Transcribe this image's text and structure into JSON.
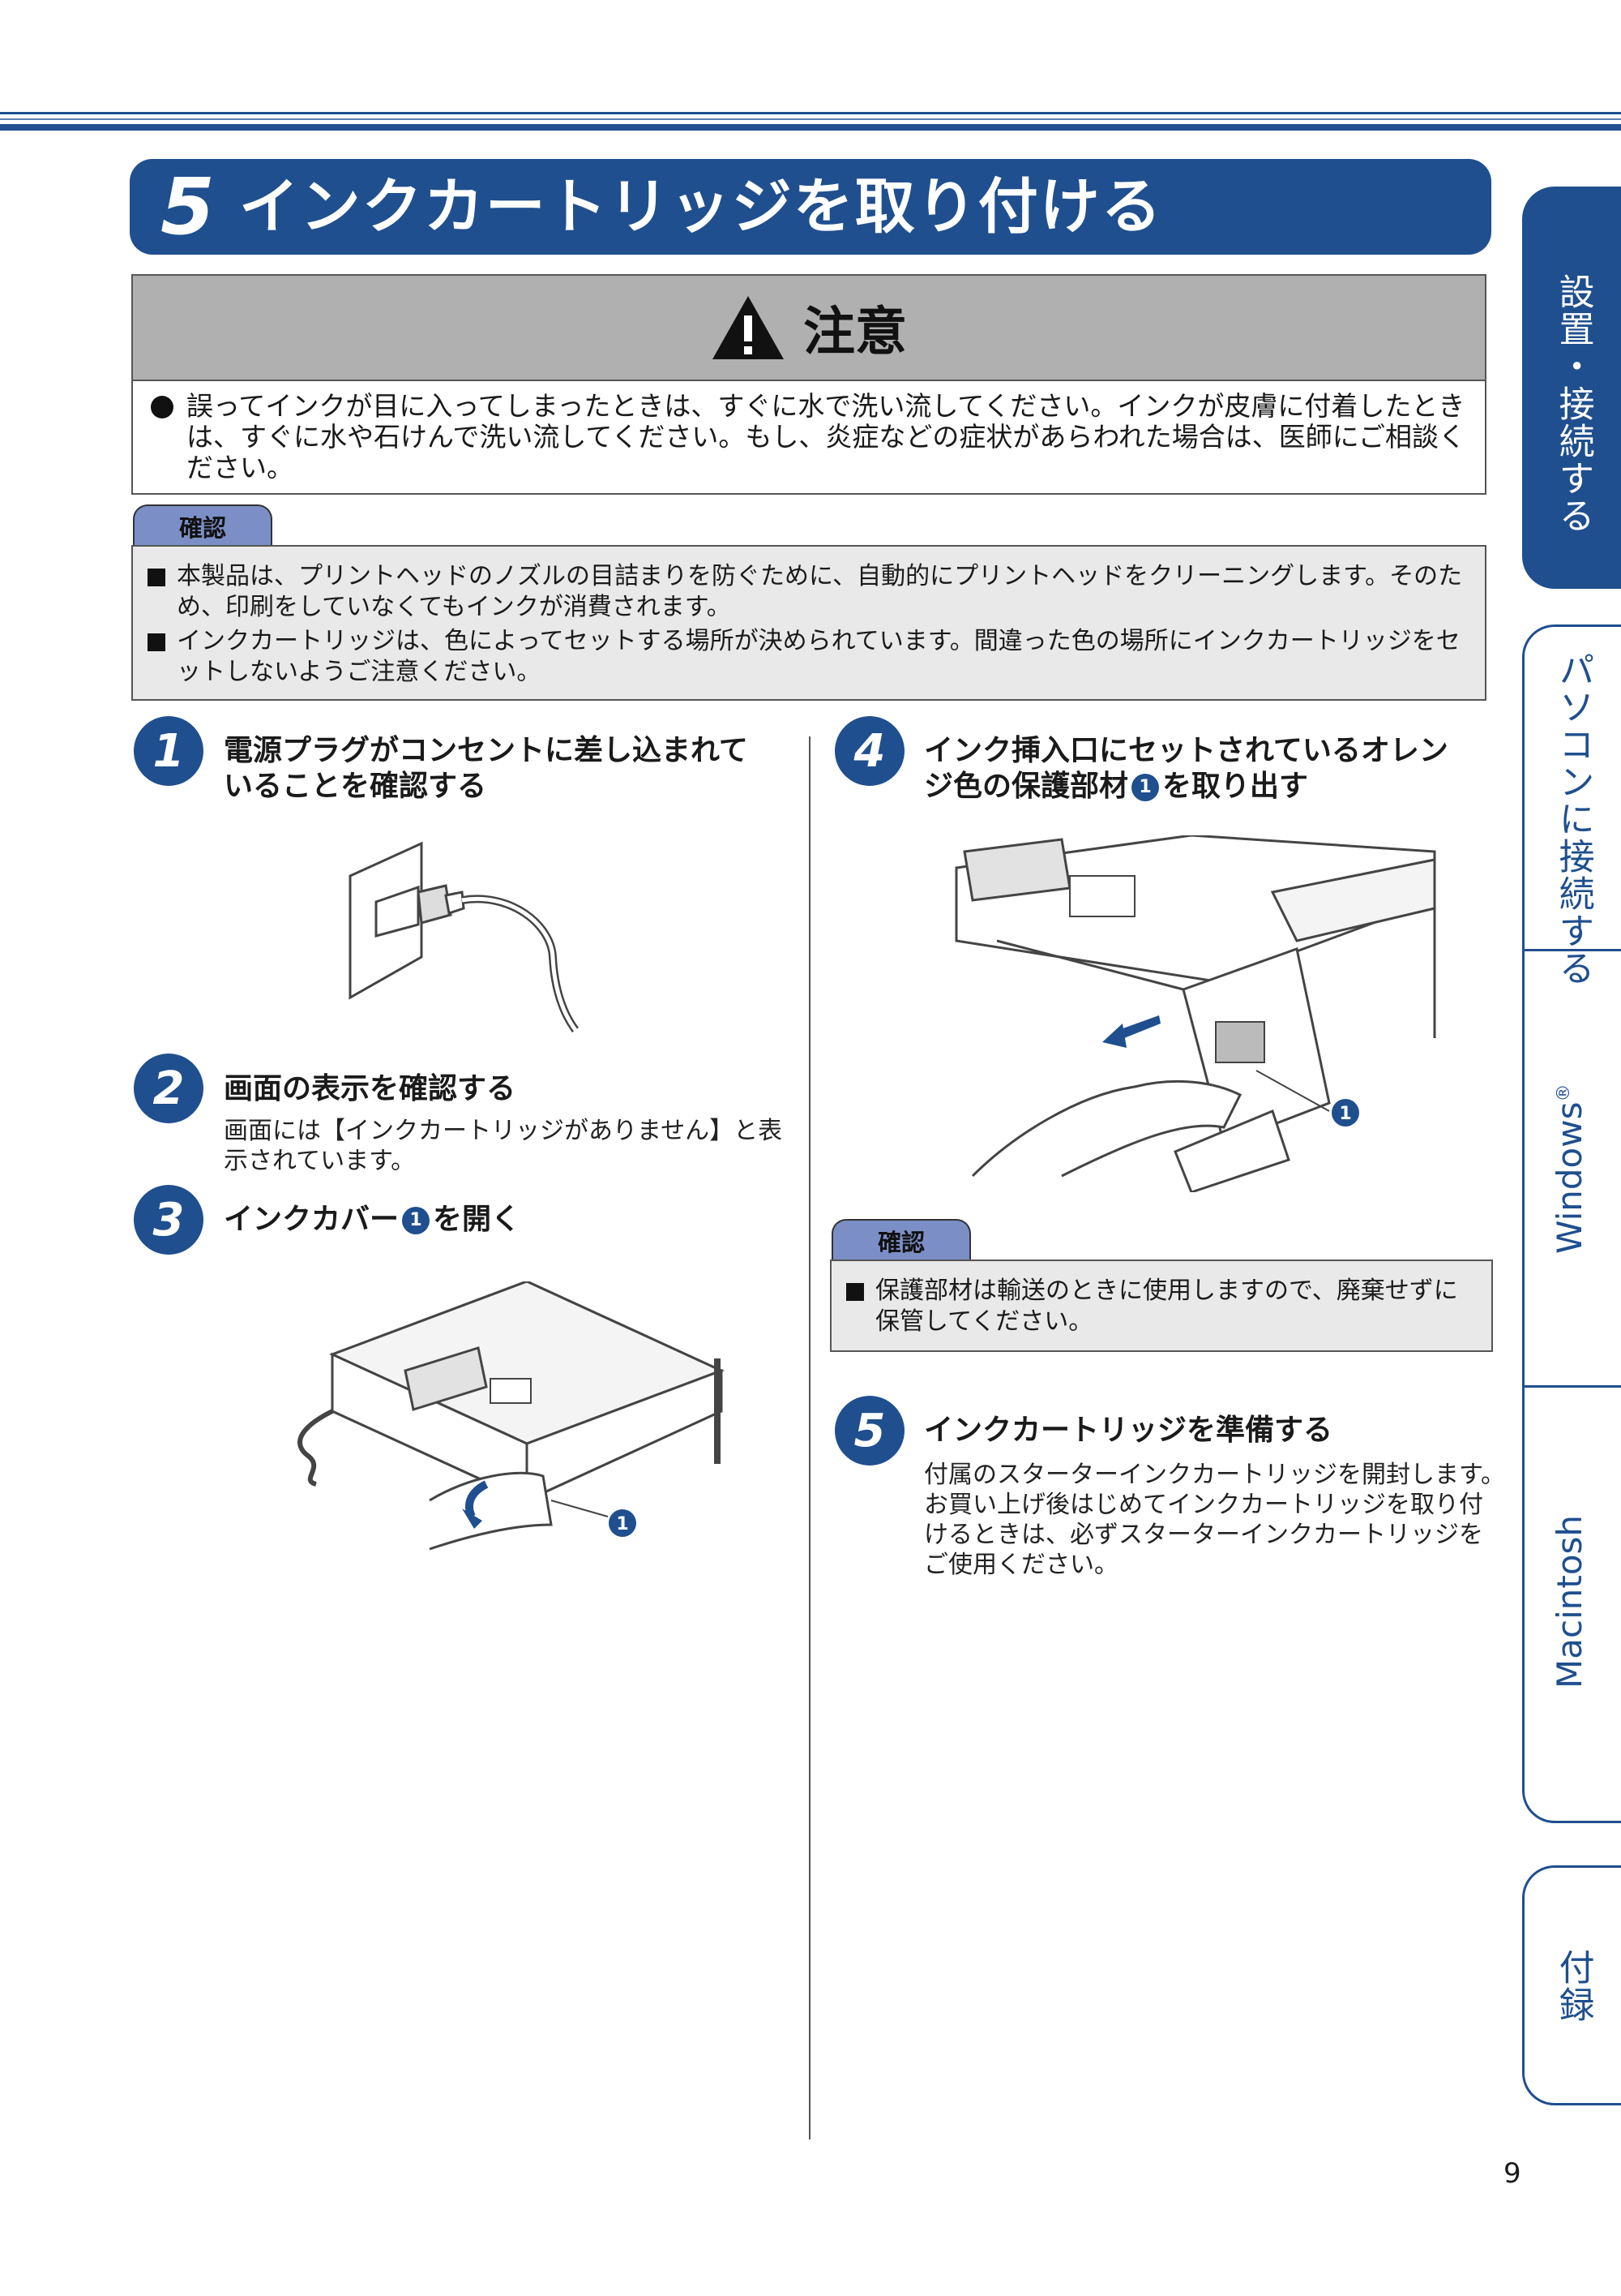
{
  "section": {
    "number": "5",
    "title": "インクカートリッジを取り付ける"
  },
  "caution": {
    "label": "注意",
    "text": "誤ってインクが目に入ってしまったときは、すぐに水で洗い流してください。インクが皮膚に付着したときは、すぐに水や石けんで洗い流してください。もし、炎症などの症状があらわれた場合は、医師にご相談ください。"
  },
  "confirm_top": {
    "label": "確認",
    "items": [
      "本製品は、プリントヘッドのノズルの目詰まりを防ぐために、自動的にプリントヘッドをクリーニングします。そのため、印刷をしていなくてもインクが消費されます。",
      "インクカートリッジは、色によってセットする場所が決められています。間違った色の場所にインクカートリッジをセットしないようご注意ください。"
    ]
  },
  "steps": [
    {
      "num": "1",
      "title_line1": "電源プラグがコンセントに差し込まれて",
      "title_line2": "いることを確認する"
    },
    {
      "num": "2",
      "title": "画面の表示を確認する",
      "desc_line1": "画面には【インクカートリッジがありません】と表",
      "desc_line2": "示されています。"
    },
    {
      "num": "3",
      "title_pre": "インクカバー",
      "title_post": "を開く",
      "callout": "1"
    },
    {
      "num": "4",
      "title_line1": "インク挿入口にセットされているオレン",
      "title_line2_pre": "ジ色の保護部材",
      "title_line2_post": "を取り出す",
      "callout": "1"
    },
    {
      "num": "5",
      "title": "インクカートリッジを準備する",
      "desc_lines": [
        "付属のスターターインクカートリッジを開封します。",
        "お買い上げ後はじめてインクカートリッジを取り付",
        "けるときは、必ずスターターインクカートリッジを",
        "ご使用ください。"
      ]
    }
  ],
  "confirm_step4": {
    "label": "確認",
    "item_line1": "保護部材は輸送のときに使用しますので、廃棄せずに",
    "item_line2": "保管してください。"
  },
  "side_nav": {
    "tab1": "設置・接続する",
    "tab2": "パソコンに接続する",
    "tab3": "Windows",
    "tab3_mark": "®",
    "tab4": "Macintosh",
    "tab5": "付録"
  },
  "page_number": "9",
  "colors": {
    "accent": "#1f4f8e",
    "tab_label": "#7b8fc6",
    "caution_head": "#b0b0b0",
    "note_bg": "#e9e9e9"
  }
}
